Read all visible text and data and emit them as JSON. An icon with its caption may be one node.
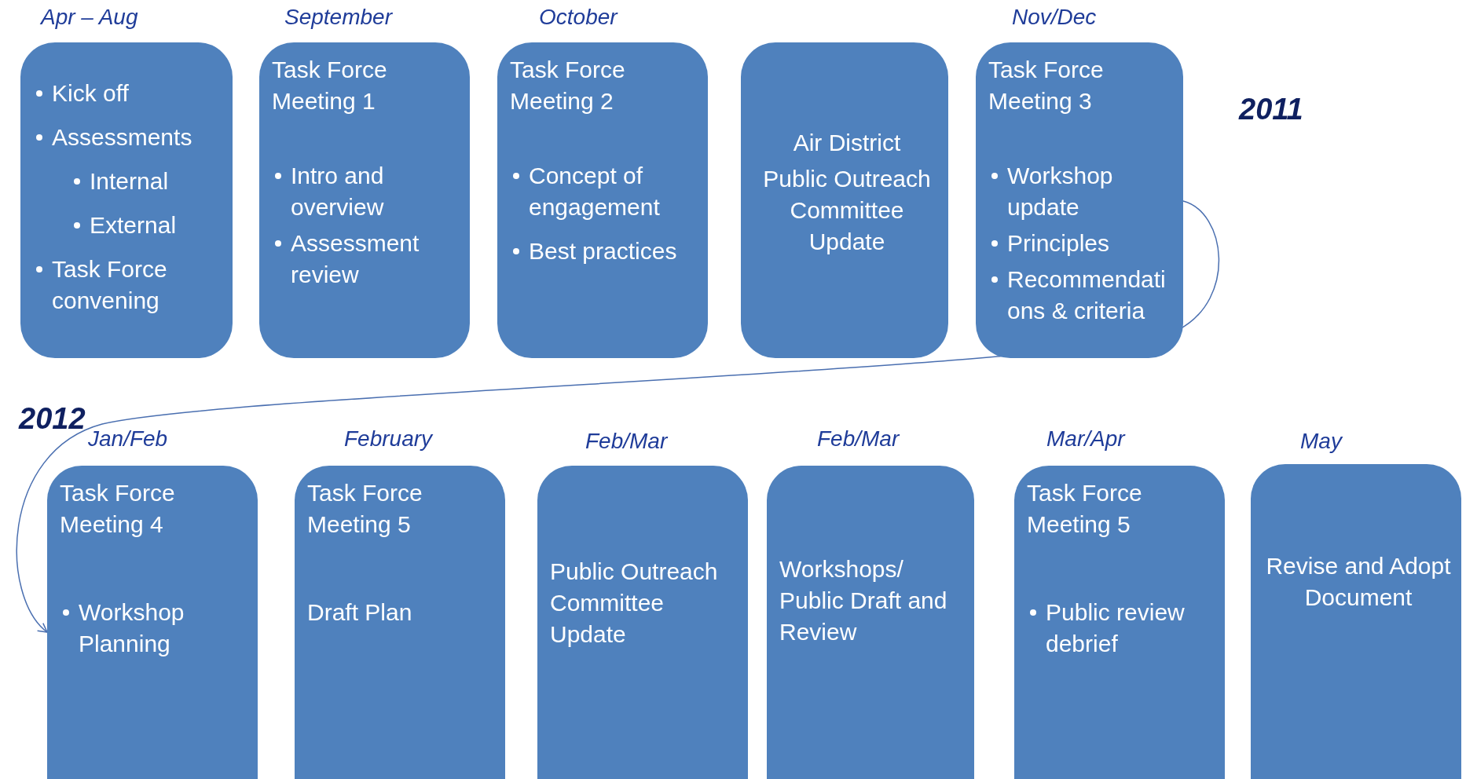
{
  "diagram": {
    "nodes": [
      {
        "text": [
          "Kick off",
          "Assessments",
          "Internal",
          "External",
          "Task Force convening"
        ],
        "beside": [
          "Apr – Aug"
        ]
      },
      {
        "text": [
          "Task Force Meeting 1",
          "Intro and overview",
          "Assessment review"
        ],
        "beside": [
          "September"
        ]
      },
      {
        "text": [
          "Task Force Meeting 2",
          "Concept of engagement",
          "Best practices"
        ],
        "beside": [
          "October"
        ]
      },
      {
        "text": [
          "Air District",
          "Public Outreach Committee Update"
        ]
      },
      {
        "text": [
          "Task Force Meeting 3",
          "Workshop update",
          "Principles",
          "Recommendations & criteria"
        ],
        "beside": [
          "Nov/Dec"
        ]
      },
      {
        "text": [
          "Task Force Meeting 4",
          "Workshop Planning"
        ],
        "beside": [
          "Jan/Feb"
        ]
      },
      {
        "text": [
          "Task Force Meeting 5",
          "Draft Plan"
        ],
        "beside": [
          "February"
        ]
      },
      {
        "text": [
          "Public Outreach Committee Update"
        ],
        "beside": [
          "Feb/Mar"
        ]
      },
      {
        "text": [
          "Workshops/ Public Draft and Review"
        ],
        "beside": [
          "Feb/Mar"
        ]
      },
      {
        "text": [
          "Task Force Meeting 5",
          "Public review debrief"
        ],
        "beside": [
          "Mar/Apr"
        ]
      },
      {
        "text": [
          "Revise and Adopt Document"
        ],
        "beside": [
          "May"
        ]
      }
    ],
    "edges": [
      {
        "from": 4,
        "to": 5,
        "arrow": "to"
      }
    ],
    "labels": [
      "2011",
      "2012"
    ]
  }
}
